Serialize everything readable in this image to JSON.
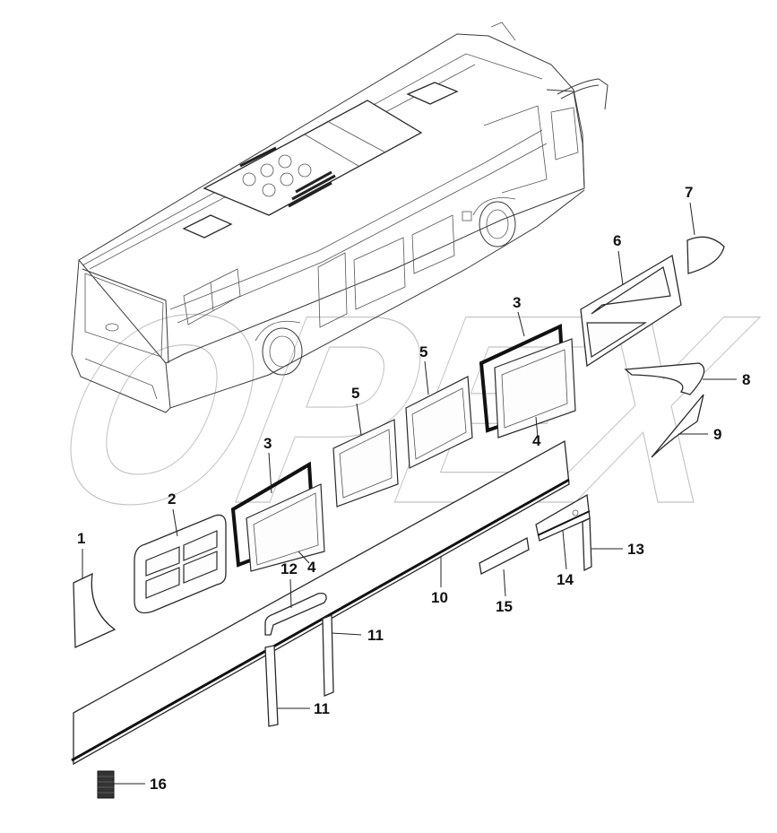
{
  "callouts": [
    {
      "label": "1"
    },
    {
      "label": "2"
    },
    {
      "label": "3"
    },
    {
      "label": "3"
    },
    {
      "label": "4"
    },
    {
      "label": "4"
    },
    {
      "label": "5"
    },
    {
      "label": "5"
    },
    {
      "label": "6"
    },
    {
      "label": "7"
    },
    {
      "label": "8"
    },
    {
      "label": "9"
    },
    {
      "label": "10"
    },
    {
      "label": "11"
    },
    {
      "label": "11"
    },
    {
      "label": "12"
    },
    {
      "label": "13"
    },
    {
      "label": "14"
    },
    {
      "label": "15"
    },
    {
      "label": "16"
    }
  ],
  "watermark_text": "OPEX"
}
